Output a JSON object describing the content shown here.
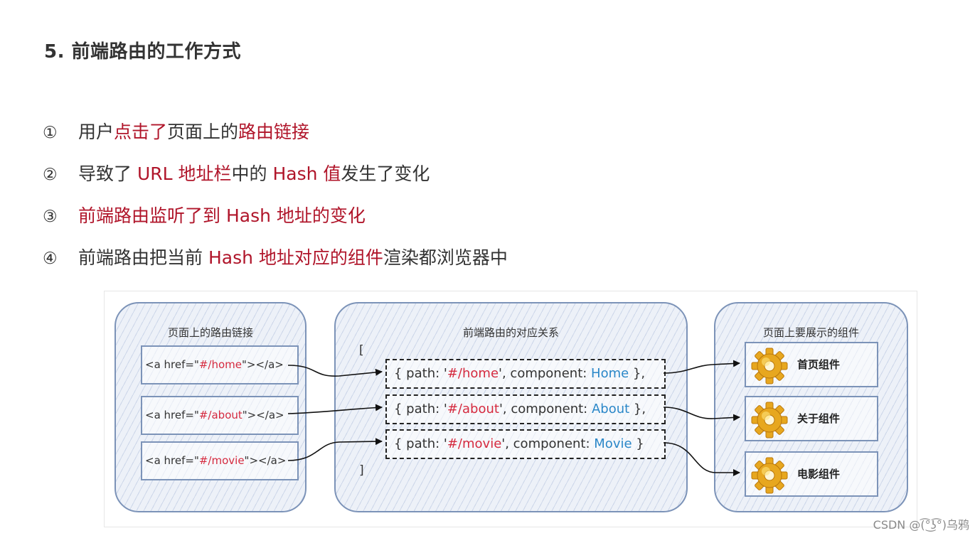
{
  "title": "5. 前端路由的工作方式",
  "steps": [
    {
      "num": "①",
      "parts": [
        {
          "t": "用户",
          "hl": false
        },
        {
          "t": "点击了",
          "hl": true
        },
        {
          "t": "页面上的",
          "hl": false
        },
        {
          "t": "路由链接",
          "hl": true
        }
      ]
    },
    {
      "num": "②",
      "parts": [
        {
          "t": "导致了 ",
          "hl": false
        },
        {
          "t": "URL 地址栏",
          "hl": true
        },
        {
          "t": "中的 ",
          "hl": false
        },
        {
          "t": "Hash 值",
          "hl": true
        },
        {
          "t": "发生了变化",
          "hl": false
        }
      ]
    },
    {
      "num": "③",
      "parts": [
        {
          "t": "前端路由监听了到 Hash 地址的变化",
          "hl": true
        }
      ]
    },
    {
      "num": "④",
      "parts": [
        {
          "t": "前端路由把当前 ",
          "hl": false
        },
        {
          "t": "Hash 地址对应的组件",
          "hl": true
        },
        {
          "t": "渲染都浏览器中",
          "hl": false
        }
      ]
    }
  ],
  "diagram": {
    "links_panel": {
      "title": "页面上的路由链接",
      "links": [
        {
          "pre": "<a href=\"",
          "href": "#/home",
          "post": "\"></a>"
        },
        {
          "pre": "<a href=\"",
          "href": "#/about",
          "post": "\"></a>"
        },
        {
          "pre": "<a href=\"",
          "href": "#/movie",
          "post": "\"></a>"
        }
      ]
    },
    "routes_panel": {
      "title": "前端路由的对应关系",
      "open_bracket": "[",
      "close_bracket": "]",
      "routes": [
        {
          "pre": "{ path: '",
          "path": "#/home",
          "mid": "', component: ",
          "comp": "Home",
          "post": " },"
        },
        {
          "pre": "{ path: '",
          "path": "#/about",
          "mid": "', component: ",
          "comp": "About",
          "post": " },"
        },
        {
          "pre": "{ path: '",
          "path": "#/movie",
          "mid": "', component: ",
          "comp": "Movie",
          "post": " }"
        }
      ]
    },
    "components_panel": {
      "title": "页面上要展示的组件",
      "components": [
        {
          "label": "首页组件",
          "icon": "gear-icon"
        },
        {
          "label": "关于组件",
          "icon": "gear-icon"
        },
        {
          "label": "电影组件",
          "icon": "gear-icon"
        }
      ]
    }
  },
  "watermark": "CSDN @(͡°͜ʖ͡°)乌鸦",
  "colors": {
    "highlight": "#b0152a",
    "href": "#d52a3f",
    "component": "#2a87c8",
    "panel_border": "#7c93b8"
  }
}
